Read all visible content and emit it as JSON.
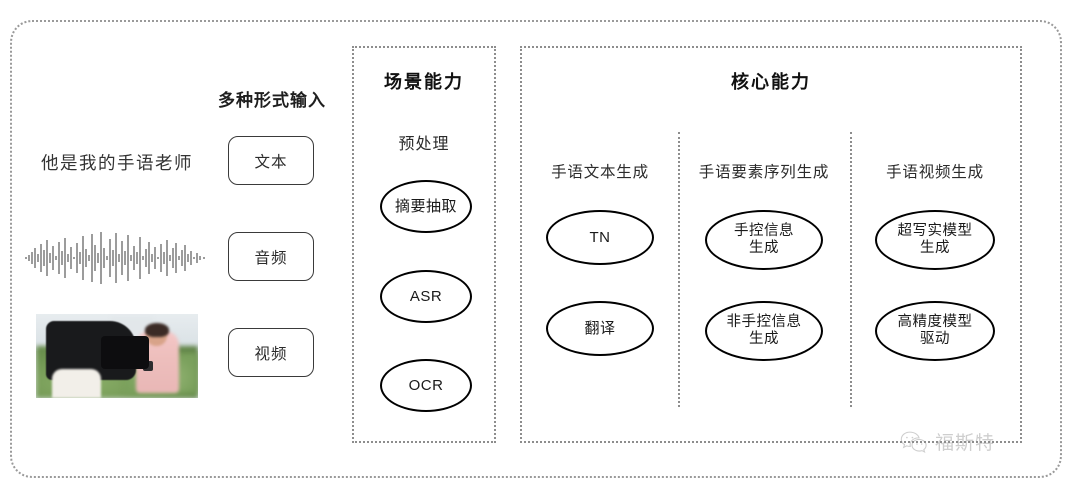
{
  "diagram": {
    "input_section": {
      "title": "多种形式输入",
      "rows": [
        {
          "media": "sample-sentence-text",
          "sample_text": "他是我的手语老师",
          "chip_label": "文本"
        },
        {
          "media": "audio-waveform",
          "sample_text": "",
          "chip_label": "音频"
        },
        {
          "media": "video-thumbnail",
          "sample_text": "",
          "chip_label": "视频"
        }
      ]
    },
    "scene_panel": {
      "title": "场景能力",
      "subtitle": "预处理",
      "nodes": [
        "摘要抽取",
        "ASR",
        "OCR"
      ]
    },
    "core_panel": {
      "title": "核心能力",
      "columns": [
        {
          "label": "手语文本生成",
          "nodes": [
            "TN",
            "翻译"
          ]
        },
        {
          "label": "手语要素序列生成",
          "nodes": [
            "手控信息\n生成",
            "非手控信息\n生成"
          ]
        },
        {
          "label": "手语视频生成",
          "nodes": [
            "超写实模型\n生成",
            "高精度模型\n驱动"
          ]
        }
      ]
    },
    "watermark": {
      "icon": "wechat-icon",
      "text": "福斯特"
    },
    "colors": {
      "border_dotted": "#8d8d8d",
      "outline_dark": "#000000",
      "chip_border": "#3a3a3a",
      "text": "#2b2b2b",
      "watermark": "#8c8c8c"
    }
  }
}
